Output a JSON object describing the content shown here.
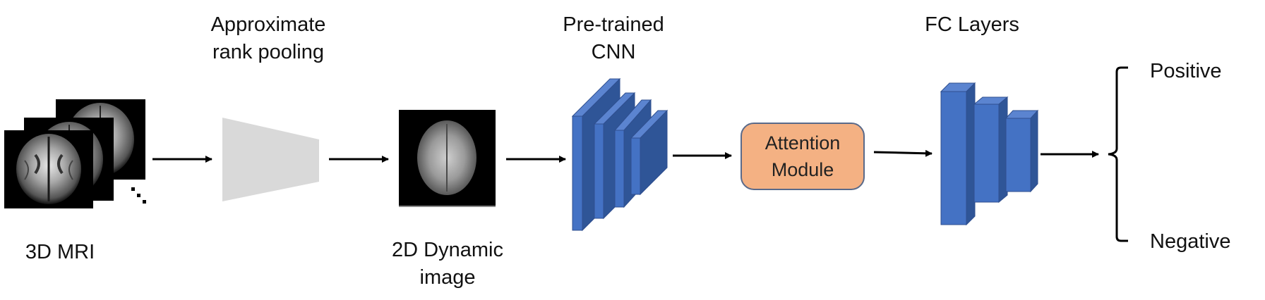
{
  "labels": {
    "mri": "3D MRI",
    "rank_pooling_line1": "Approximate",
    "rank_pooling_line2": "rank pooling",
    "dynamic_line1": "2D Dynamic",
    "dynamic_line2": "image",
    "cnn_line1": "Pre-trained",
    "cnn_line2": "CNN",
    "attention_line1": "Attention",
    "attention_line2": "Module",
    "fc": "FC Layers",
    "positive": "Positive",
    "negative": "Negative"
  },
  "colors": {
    "block_front": "#4472c4",
    "block_side": "#2f5597",
    "block_top": "#5b84d0",
    "block_edge": "#2f4f8f",
    "attention_fill": "#f4b183",
    "attention_stroke": "#5a6a8a",
    "pooling_fill": "#d9d9d9",
    "arrow": "#000000"
  }
}
